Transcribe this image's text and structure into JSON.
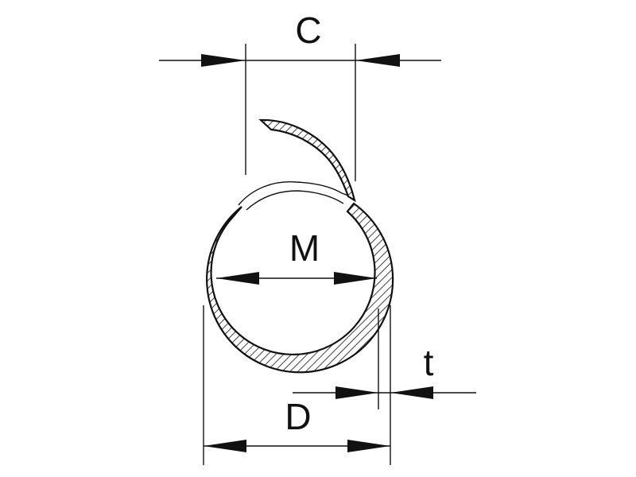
{
  "labels": {
    "c": "C",
    "m": "M",
    "t": "t",
    "d": "D"
  },
  "colors": {
    "line": "#111111",
    "background": "#ffffff"
  }
}
